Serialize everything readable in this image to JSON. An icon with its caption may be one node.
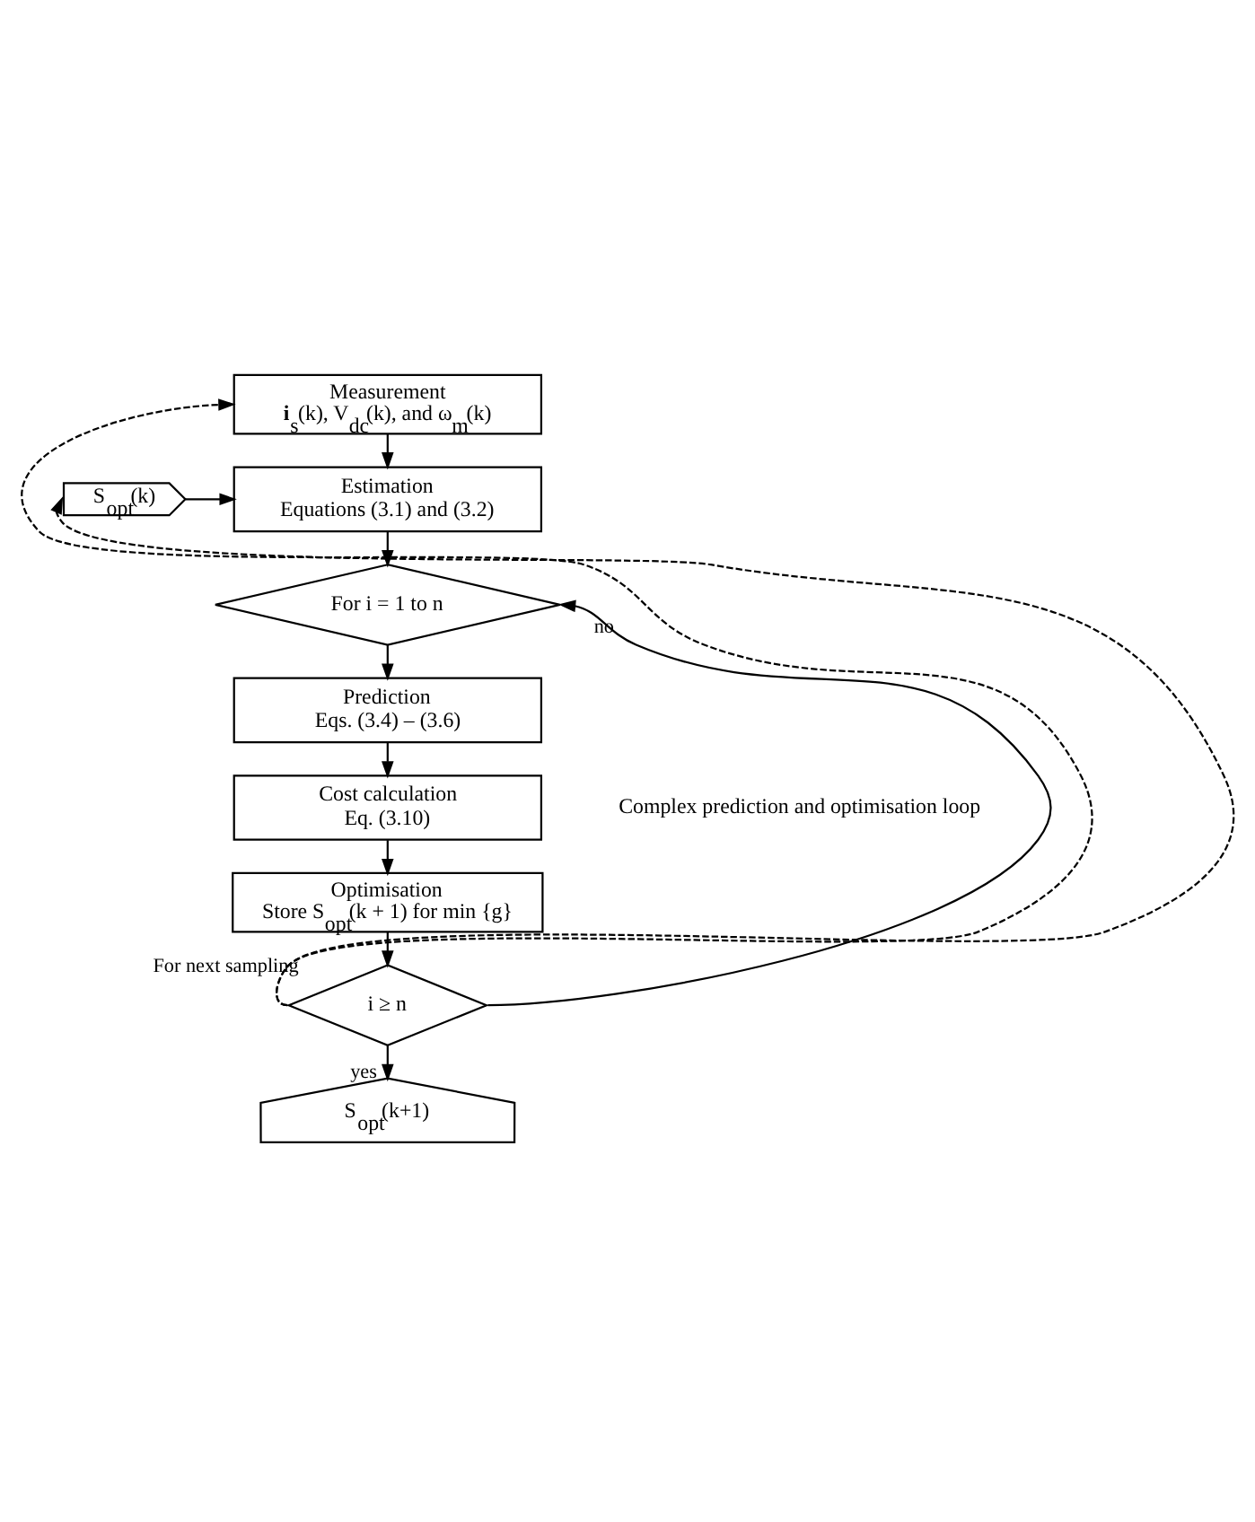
{
  "diagram": {
    "nodes": [
      {
        "text": [
          "Measurement",
          "**i**$_{s}$(k), V$_{dc}$(k), and ω$_{m}$(k)"
        ]
      },
      {
        "text": [
          "S$_{opt}$(k)"
        ]
      },
      {
        "text": [
          "Estimation",
          "Equations (3.1) and (3.2)"
        ]
      },
      {
        "text": [
          "For i = 1 to n"
        ]
      },
      {
        "text": [
          "Prediction",
          "Eqs. (3.4) – (3.6)"
        ]
      },
      {
        "text": [
          "Cost calculation",
          "Eq. (3.10)"
        ]
      },
      {
        "text": [
          "Optimisation",
          "Store S$_{opt}$(k + 1) for min {g}"
        ]
      },
      {
        "text": [
          "i ≥ n"
        ]
      },
      {
        "text": [
          "S$_{opt}$(k+1)"
        ]
      }
    ],
    "edges": [
      {
        "from": 0,
        "to": 2,
        "arrow": "to"
      },
      {
        "from": 1,
        "to": 2,
        "arrow": "to"
      },
      {
        "from": 2,
        "to": 3,
        "arrow": "to"
      },
      {
        "from": 3,
        "to": 4,
        "arrow": "to"
      },
      {
        "from": 4,
        "to": 5,
        "arrow": "to"
      },
      {
        "from": 5,
        "to": 6,
        "arrow": "to"
      },
      {
        "from": 6,
        "to": 7,
        "arrow": "to"
      },
      {
        "from": 7,
        "to": 3,
        "arrow": "to",
        "label": "no"
      },
      {
        "from": 7,
        "to": 8,
        "arrow": "to",
        "label": "yes"
      },
      {
        "from": 7,
        "to": 0,
        "arrow": "to",
        "style": "dashed",
        "label": "For next sampling"
      },
      {
        "from": 7,
        "to": 1,
        "arrow": "to",
        "style": "dashed"
      }
    ],
    "labels": [
      "Complex prediction and optimisation loop"
    ]
  }
}
